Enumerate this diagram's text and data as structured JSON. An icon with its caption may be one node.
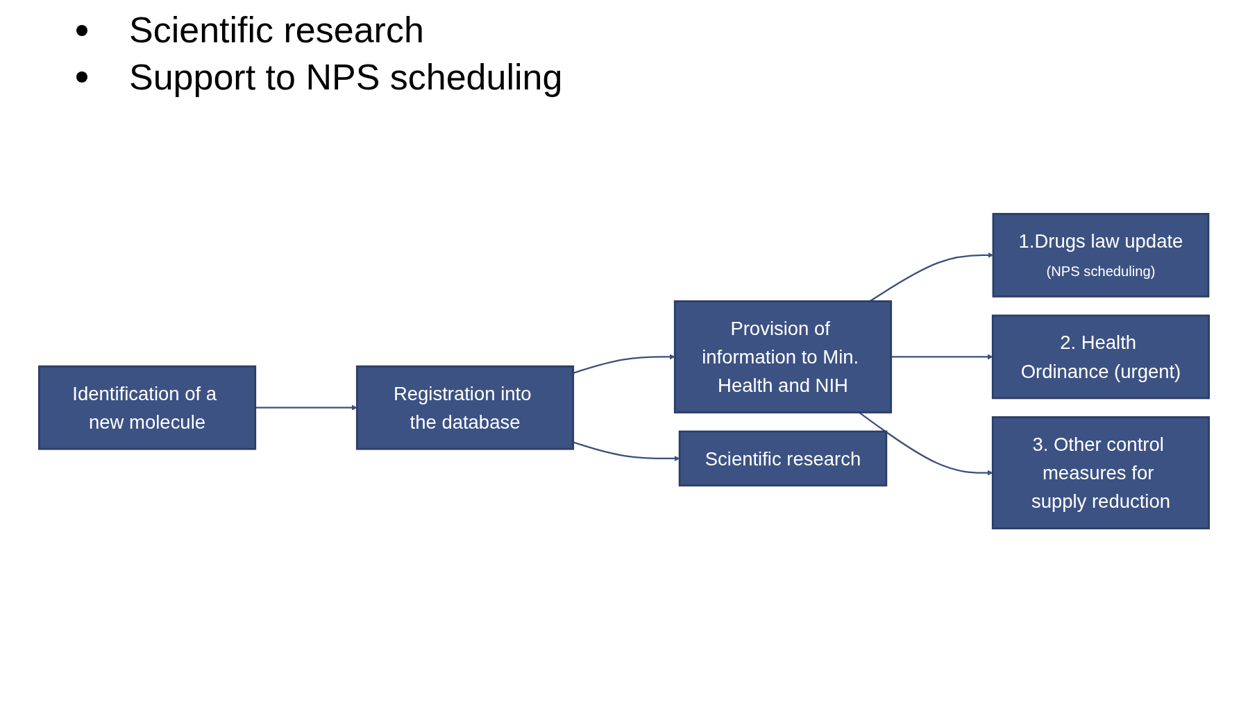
{
  "diagram": {
    "nodes": [
      {
        "text": [
          "Identification of a new molecule"
        ]
      },
      {
        "text": [
          "Registration into the database"
        ]
      },
      {
        "text": [
          "Provision of information to Min. Health and NIH"
        ]
      },
      {
        "text": [
          "Scientific research"
        ]
      },
      {
        "text": [
          "1.Drugs law update",
          "(NPS scheduling)"
        ]
      },
      {
        "text": [
          "2. Health Ordinance (urgent)"
        ]
      },
      {
        "text": [
          "3. Other control measures for supply reduction"
        ]
      }
    ],
    "edges": [
      {
        "from": 0,
        "to": 1,
        "arrow": "to"
      },
      {
        "from": 1,
        "to": 2,
        "arrow": "to"
      },
      {
        "from": 1,
        "to": 3,
        "arrow": "to"
      },
      {
        "from": 2,
        "to": 4,
        "arrow": "to"
      },
      {
        "from": 2,
        "to": 5,
        "arrow": "to"
      },
      {
        "from": 2,
        "to": 6,
        "arrow": "to"
      }
    ],
    "labels": [
      "Scientific research",
      "Support to NPS scheduling"
    ]
  }
}
